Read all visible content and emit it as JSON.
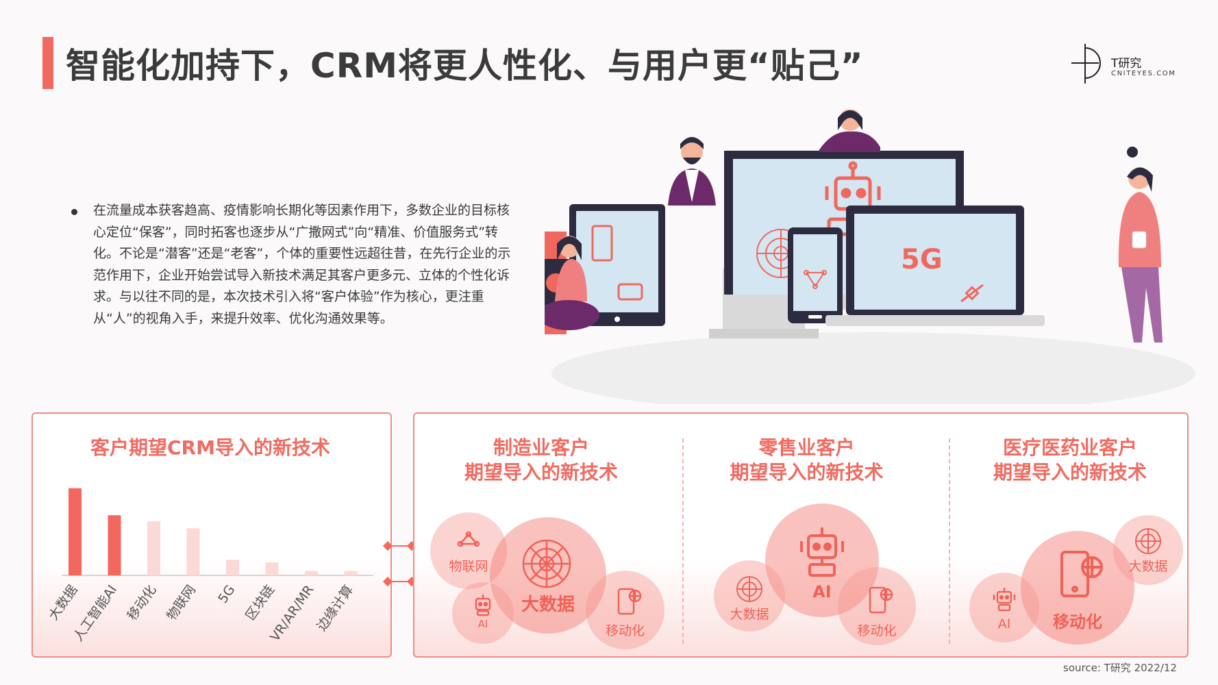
{
  "title": "智能化加持下，CRM将更人性化、与用户更“贴己”",
  "logo": {
    "main": "T研究",
    "sub": "CNITEYES.COM"
  },
  "paragraph": "在流量成本获客趋高、疫情影响长期化等因素作用下，多数企业的目标核心定位“保客”，同时拓客也逐步从“广撒网式”向“精准、价值服务式”转化。不论是“潜客”还是“老客”，个体的重要性远超往昔，在先行企业的示范作用下，企业开始尝试导入新技术满足其客户更多元、立体的个性化诉求。与以往不同的是，本次技术引入将“客户体验”作为核心，更注重从“人”的视角入手，来提升效率、优化沟通效果等。",
  "illustration": {
    "screen_5g": "5G"
  },
  "left_panel": {
    "title": "客户期望CRM导入的新技术"
  },
  "chart_data": {
    "type": "bar",
    "title": "客户期望CRM导入的新技术",
    "categories": [
      "大数据",
      "人工智能AI",
      "移动化",
      "物联网",
      "5G",
      "区块链",
      "VR/AR/MR",
      "边缘计算"
    ],
    "values": [
      100,
      69,
      62,
      54,
      18,
      15,
      5,
      5
    ],
    "ylim": [
      0,
      110
    ],
    "grid": false,
    "colors": {
      "emphasis": "#f2685e",
      "light": "#fbd9d6"
    },
    "emphasis_count": 2
  },
  "industries": [
    {
      "title": [
        "制造业客户",
        "期望导入的新技术"
      ],
      "bubbles": [
        {
          "label": "物联网",
          "icon": "iot-icon"
        },
        {
          "label": "大数据",
          "icon": "bigdata-icon",
          "main": true
        },
        {
          "label": "AI",
          "icon": "robot-icon"
        },
        {
          "label": "移动化",
          "icon": "mobile-icon"
        }
      ]
    },
    {
      "title": [
        "零售业客户",
        "期望导入的新技术"
      ],
      "bubbles": [
        {
          "label": "AI",
          "icon": "robot-icon",
          "main": true
        },
        {
          "label": "大数据",
          "icon": "bigdata-icon"
        },
        {
          "label": "移动化",
          "icon": "mobile-icon"
        }
      ]
    },
    {
      "title": [
        "医疗医药业客户",
        "期望导入的新技术"
      ],
      "bubbles": [
        {
          "label": "移动化",
          "icon": "mobile-icon",
          "main": true
        },
        {
          "label": "大数据",
          "icon": "bigdata-icon"
        },
        {
          "label": "AI",
          "icon": "robot-icon"
        }
      ]
    }
  ],
  "source": "source:    T研究 2022/12"
}
